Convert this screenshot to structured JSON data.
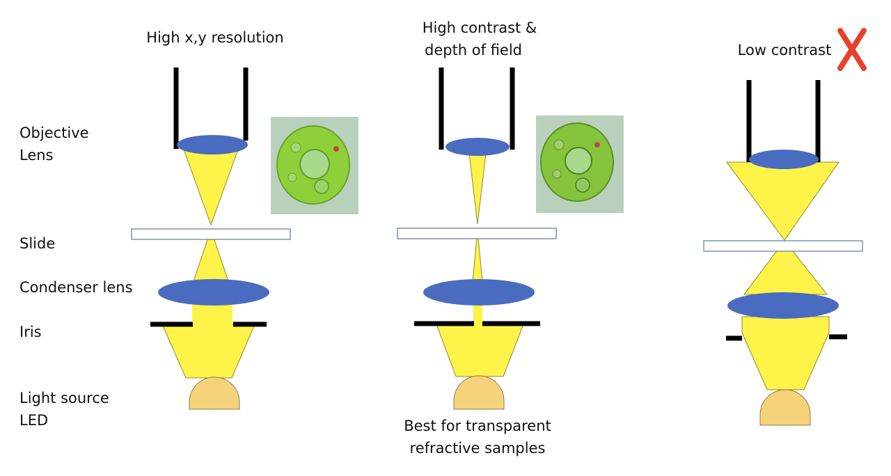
{
  "row_labels": {
    "objective": [
      "Objective",
      "Lens"
    ],
    "slide": "Slide",
    "condenser": "Condenser lens",
    "iris": "Iris",
    "source": [
      "Light source",
      "LED"
    ]
  },
  "panels": {
    "left": {
      "caption": "High x,y resolution"
    },
    "middle": {
      "caption": [
        "High contrast &",
        "depth of field"
      ],
      "footer": [
        "Best for transparent",
        "refractive samples"
      ]
    },
    "right": {
      "caption": "Low contrast",
      "mark": "X"
    }
  },
  "colors": {
    "light": "#fff34a",
    "lens": "#4a6cc0",
    "source": "#f6d27a",
    "tube": "#000000",
    "cross": "#e8412b",
    "cell_bg": "#b9d0bd",
    "cell": "#8fcf3a"
  }
}
